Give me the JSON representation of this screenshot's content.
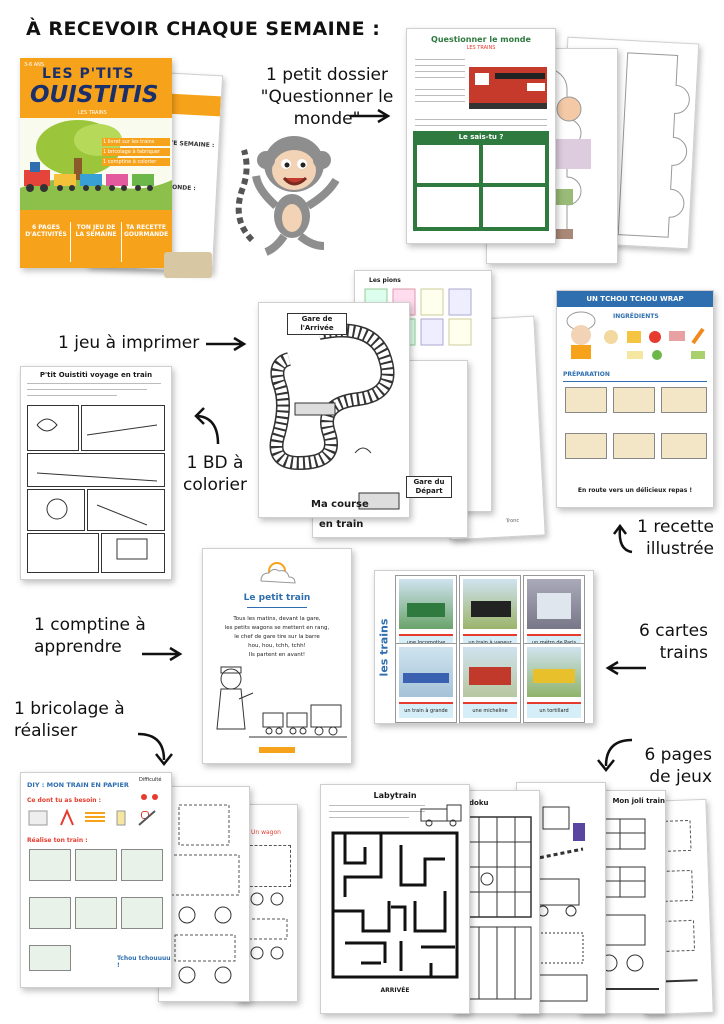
{
  "heading": "À RECEVOIR CHAQUE SEMAINE :",
  "labels": {
    "dossier": [
      "1 petit dossier",
      "\"Questionner le",
      "monde\""
    ],
    "jeu": "1 jeu à imprimer",
    "bd": [
      "1 BD à",
      "colorier"
    ],
    "recette": [
      "1 recette",
      "illustrée"
    ],
    "comptine": [
      "1 comptine à",
      "apprendre"
    ],
    "cartes": [
      "6 cartes",
      "trains"
    ],
    "bricolage": [
      "1 bricolage à",
      "réaliser"
    ],
    "jeux": [
      "6 pages",
      "de jeux"
    ]
  },
  "magazine": {
    "age": "3-6 ANS",
    "brand_top": "LES P'TITS",
    "brand": "OUISTITIS",
    "subtitle": "LES TRAINS",
    "bullets": [
      "1 livret sur les trains",
      "1 bricolage à fabriquer",
      "1 comptine à colorier"
    ],
    "boxes": [
      "6 PAGES D'ACTIVITÉS",
      "TON JEU DE LA SEMAINE",
      "TA RECETTE GOURMANDE"
    ],
    "back_text": [
      "CETTE SEMAINE :",
      "DU MONDE :"
    ]
  },
  "dossier_sheet": {
    "title": "Questionner le monde",
    "subtitle": "LES TRAINS",
    "quiz_title": "Le sais-tu ?"
  },
  "jeu_sheet": {
    "start": [
      "Gare de",
      "l'Arrivée"
    ],
    "end": [
      "Gare du",
      "Départ"
    ],
    "title": "Ma course",
    "under": "en train",
    "back_title": "Les pions",
    "back_tag": "Tronc"
  },
  "bd_sheet": {
    "title": "P'tit Ouistiti voyage en train"
  },
  "recette_sheet": {
    "title": "UN TCHOU TCHOU WRAP",
    "ingredients": "INGRÉDIENTS",
    "preparation": "PRÉPARATION",
    "footer": "En route vers un délicieux repas !"
  },
  "comptine_sheet": {
    "title": "Le petit train",
    "lines": [
      "Tous les matins, devant la gare,",
      "les petits wagons se mettent en rang,",
      "le chef de gare tire sur la barre",
      "hou, hou, tchh, tchh!",
      "Ils partent en avant!"
    ]
  },
  "cartes_sheet": {
    "side": "les trains",
    "captions": [
      "une locomotive électrique",
      "un train à vapeur",
      "un métro de Paris",
      "un train à grande vitesse",
      "une micheline",
      "un tortillard"
    ]
  },
  "bricolage_sheet": {
    "title": "DIY : MON TRAIN EN PAPIER",
    "difficulty": "Difficulté",
    "need": "Ce dont tu as besoin :",
    "make": "Réalise ton train :",
    "end": "Tchou tchouuuu !",
    "wagon": "Un wagon"
  },
  "jeux_sheet": {
    "laby": "Labytrain",
    "sudoku": "Sudoku",
    "joli": "Mon joli train",
    "arrivee": "ARRIVÉE"
  },
  "colors": {
    "orange": "#f7a21b",
    "blue": "#2f6fb0",
    "green": "#2f7a3f",
    "red": "#e63b2e"
  }
}
